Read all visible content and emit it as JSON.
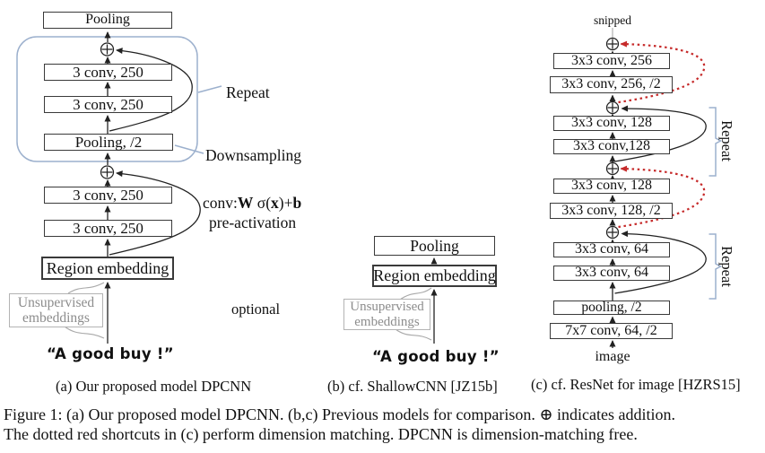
{
  "colors": {
    "container_blue": "#9cb0cd",
    "shortcut_red": "#c62a2a",
    "ghost_gray": "#8c8c8c"
  },
  "panel_a": {
    "caption": "(a)  Our proposed model DPCNN",
    "top_pooling": "Pooling",
    "repeat_conv_1": "3 conv, 250",
    "repeat_conv_2": "3 conv, 250",
    "pooling_half": "Pooling, /2",
    "conv_3": "3 conv, 250",
    "conv_4": "3 conv, 250",
    "region_embedding": "Region embedding",
    "unsupervised_embeddings": "Unsupervised embeddings",
    "input_text": "“A good buy !”",
    "repeat_label": "Repeat",
    "downsampling_label": "Downsampling",
    "formula": {
      "f1": "conv:",
      "f2": "W",
      "f3": " σ(",
      "f4": "x",
      "f5": ")+",
      "f6": "b"
    },
    "preactivation_label": "pre-activation",
    "optional_label": "optional"
  },
  "panel_b": {
    "caption": "(b)  cf. ShallowCNN [JZ15b]",
    "pooling": "Pooling",
    "region_embedding": "Region embedding",
    "unsupervised_embeddings": "Unsupervised embeddings",
    "input_text": "“A good buy !”"
  },
  "panel_c": {
    "caption": "(c)  cf. ResNet for image [HZRS15]",
    "snipped_label": "snipped",
    "boxes": [
      "3x3 conv, 256",
      "3x3 conv, 256, /2",
      "3x3 conv, 128",
      "3x3 conv,128",
      "3x3 conv, 128",
      "3x3 conv, 128, /2",
      "3x3 conv, 64",
      "3x3 conv, 64",
      "pooling, /2",
      "7x7 conv, 64, /2"
    ],
    "input_text": "image",
    "repeat_label_1": "Repeat",
    "repeat_label_2": "Repeat"
  },
  "figure_caption": {
    "line1": "Figure 1:  (a) Our proposed model DPCNN. (b,c) Previous models for comparison.  ⊕ indicates addition.",
    "line2": "The dotted red shortcuts in (c) perform dimension matching. DPCNN is dimension-matching free."
  }
}
